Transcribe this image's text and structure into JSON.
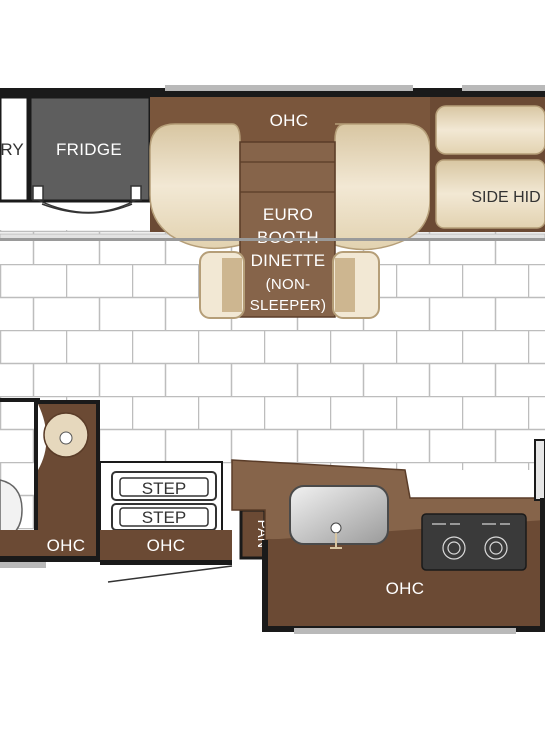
{
  "labels": {
    "pantry_partial": "RY",
    "fridge": "FRIDGE",
    "ohc_top": "OHC",
    "dinette_line1": "EURO",
    "dinette_line2": "BOOTH",
    "dinette_line3": "DINETTE",
    "dinette_line4": "(NON-",
    "dinette_line5": "SLEEPER)",
    "side_hide": "SIDE HID",
    "step_1": "STEP",
    "step_2": "STEP",
    "ohc_bath": "OHC",
    "ohc_step": "OHC",
    "pantry_vertical": "PAN",
    "ohc_kitchen": "OHC"
  },
  "colors": {
    "cabinet_brown": "#6b4a34",
    "cabinet_mid": "#86644a",
    "seat_cream": "#e9dcc2",
    "seat_tan": "#cdb690",
    "fridge_gray": "#5e5e5e",
    "wall_black": "#1a1a1a",
    "floor_tile_line": "#bdbdbd",
    "slide_gray": "#b0b0b0"
  }
}
